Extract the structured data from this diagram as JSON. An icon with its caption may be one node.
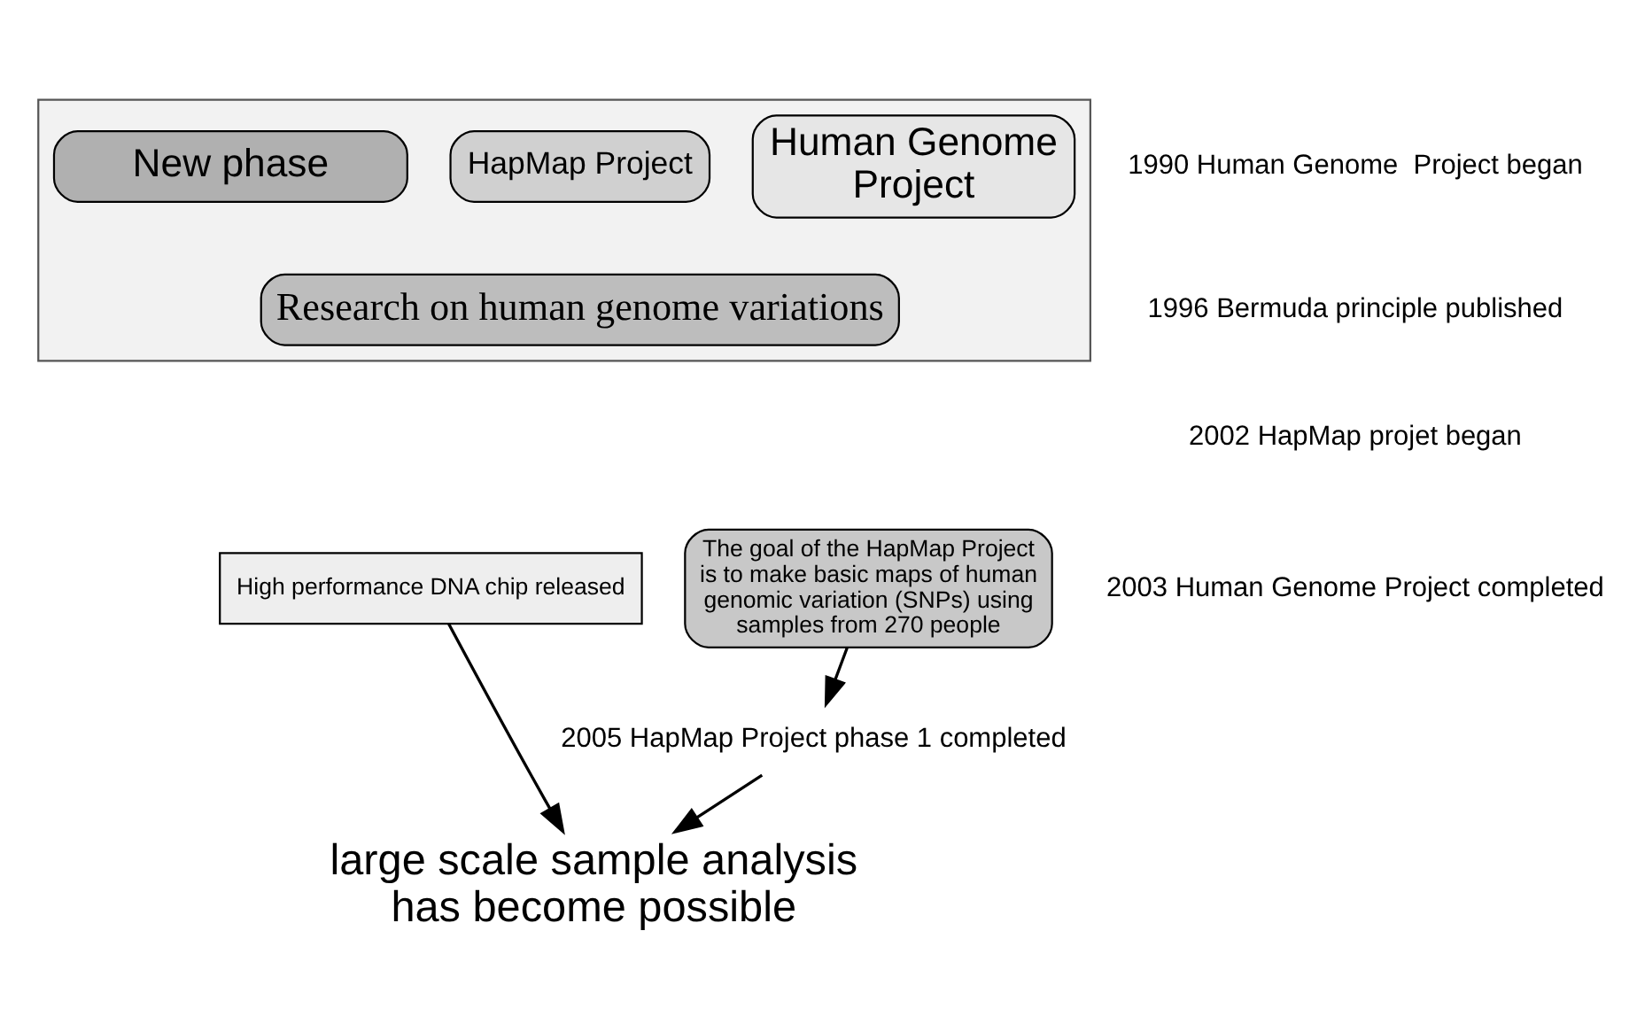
{
  "diagram": {
    "nodes": [
      {
        "text": [],
        "shape": "arrow"
      },
      {
        "text": [
          "Human Genome Project"
        ],
        "in": 0
      },
      {
        "text": [
          "HapMap Project"
        ],
        "in": 0
      },
      {
        "text": [
          "New phase"
        ],
        "in": 0
      },
      {
        "text": [
          "Research on human genome variations"
        ],
        "in": 0
      },
      {
        "text": [
          "2005 HapMap Project phase 1 completed"
        ]
      },
      {
        "text": [
          "High performance DNA chip released"
        ]
      },
      {
        "text": [
          "large scale sample analysis has become possible"
        ]
      },
      {
        "text": [
          "The goal of the HapMap Project is to make basic maps of human genomic variation (SNPs) using samples from 270 people"
        ]
      }
    ],
    "edges": [
      {
        "from": 8,
        "to": 5,
        "arrow": "to"
      },
      {
        "from": 5,
        "to": 7,
        "arrow": "to"
      },
      {
        "from": 6,
        "to": 7,
        "arrow": "to"
      }
    ],
    "labels": [
      "1990 Human Genome  Project began",
      "1996 Bermuda principle published",
      "2002 HapMap projet began",
      "2003 Human Genome Project completed"
    ]
  }
}
